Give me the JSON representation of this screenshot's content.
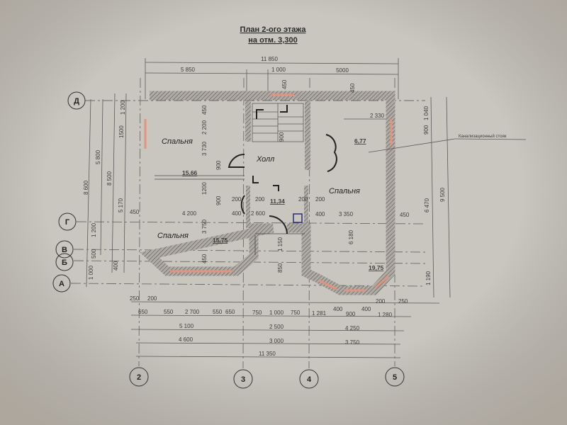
{
  "title": {
    "line1": "План 2-ого этажа",
    "line2": "на отм. 3,300"
  },
  "note": "Канализационный стояк",
  "rooms": [
    {
      "name": "Спальня",
      "area": "15,66"
    },
    {
      "name": "Холл",
      "area": "11,34"
    },
    {
      "name": "Спальня",
      "area": "15,75"
    },
    {
      "name": "Спальня",
      "area": "19,75"
    },
    {
      "name": "",
      "area": "6,77"
    }
  ],
  "axes": {
    "rows": [
      "Д",
      "Г",
      "В",
      "Б",
      "А"
    ],
    "cols": [
      "2",
      "3",
      "4",
      "5"
    ]
  },
  "dims": {
    "top": [
      "11 850",
      "5 850",
      "1 000",
      "5000",
      "450",
      "450"
    ],
    "bottom1": [
      "250",
      "200",
      "200",
      "250"
    ],
    "bottom2": [
      "650",
      "550",
      "2 700",
      "550",
      "650",
      "750",
      "1 000",
      "750",
      "1 281",
      "400",
      "900",
      "400",
      "1 280"
    ],
    "bottom3": [
      "5 100",
      "2 500",
      "4 250"
    ],
    "bottom4": [
      "4 600",
      "3 000",
      "3 750"
    ],
    "bottom5": [
      "11 350"
    ],
    "left": [
      "8 600",
      "5 800",
      "8 500",
      "5 170",
      "1 200",
      "1500",
      "1 200",
      "500",
      "1 000",
      "450",
      "400"
    ],
    "right": [
      "1 040",
      "900",
      "6 470",
      "9 500",
      "1 190",
      "2 330"
    ],
    "interior": [
      "4 200",
      "400",
      "2 600",
      "400",
      "3 350",
      "450",
      "450",
      "200",
      "200",
      "200",
      "200",
      "3 730",
      "2 200",
      "900",
      "1200",
      "900",
      "3 750",
      "450",
      "6 180",
      "1 150",
      "850",
      "900"
    ]
  }
}
